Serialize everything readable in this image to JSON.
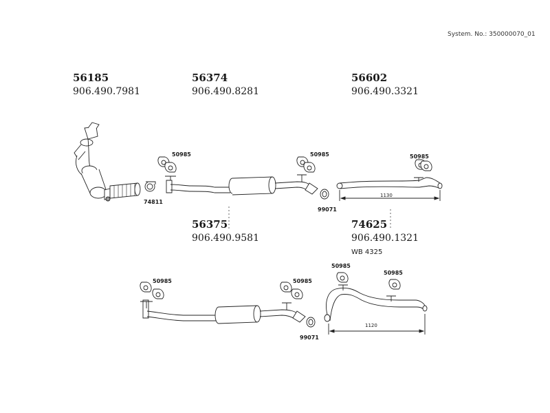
{
  "system_no": "System. No.: 350000070_01",
  "assemblies": [
    {
      "id": "g1",
      "part_no": "56185",
      "oem_no": "906.490.7981"
    },
    {
      "id": "g2",
      "part_no": "56374",
      "oem_no": "906.490.8281"
    },
    {
      "id": "g3",
      "part_no": "56602",
      "oem_no": "906.490.3321"
    },
    {
      "id": "g4",
      "part_no": "56375",
      "oem_no": "906.490.9581"
    },
    {
      "id": "g5",
      "part_no": "74625",
      "oem_no": "906.490.1321",
      "note": "WB 4325"
    }
  ],
  "labels": {
    "clamp_74811": "74811",
    "hanger_50985": "50985",
    "ring_99071": "99071"
  },
  "dimensions": {
    "d1": "1130",
    "d2": "1120"
  }
}
